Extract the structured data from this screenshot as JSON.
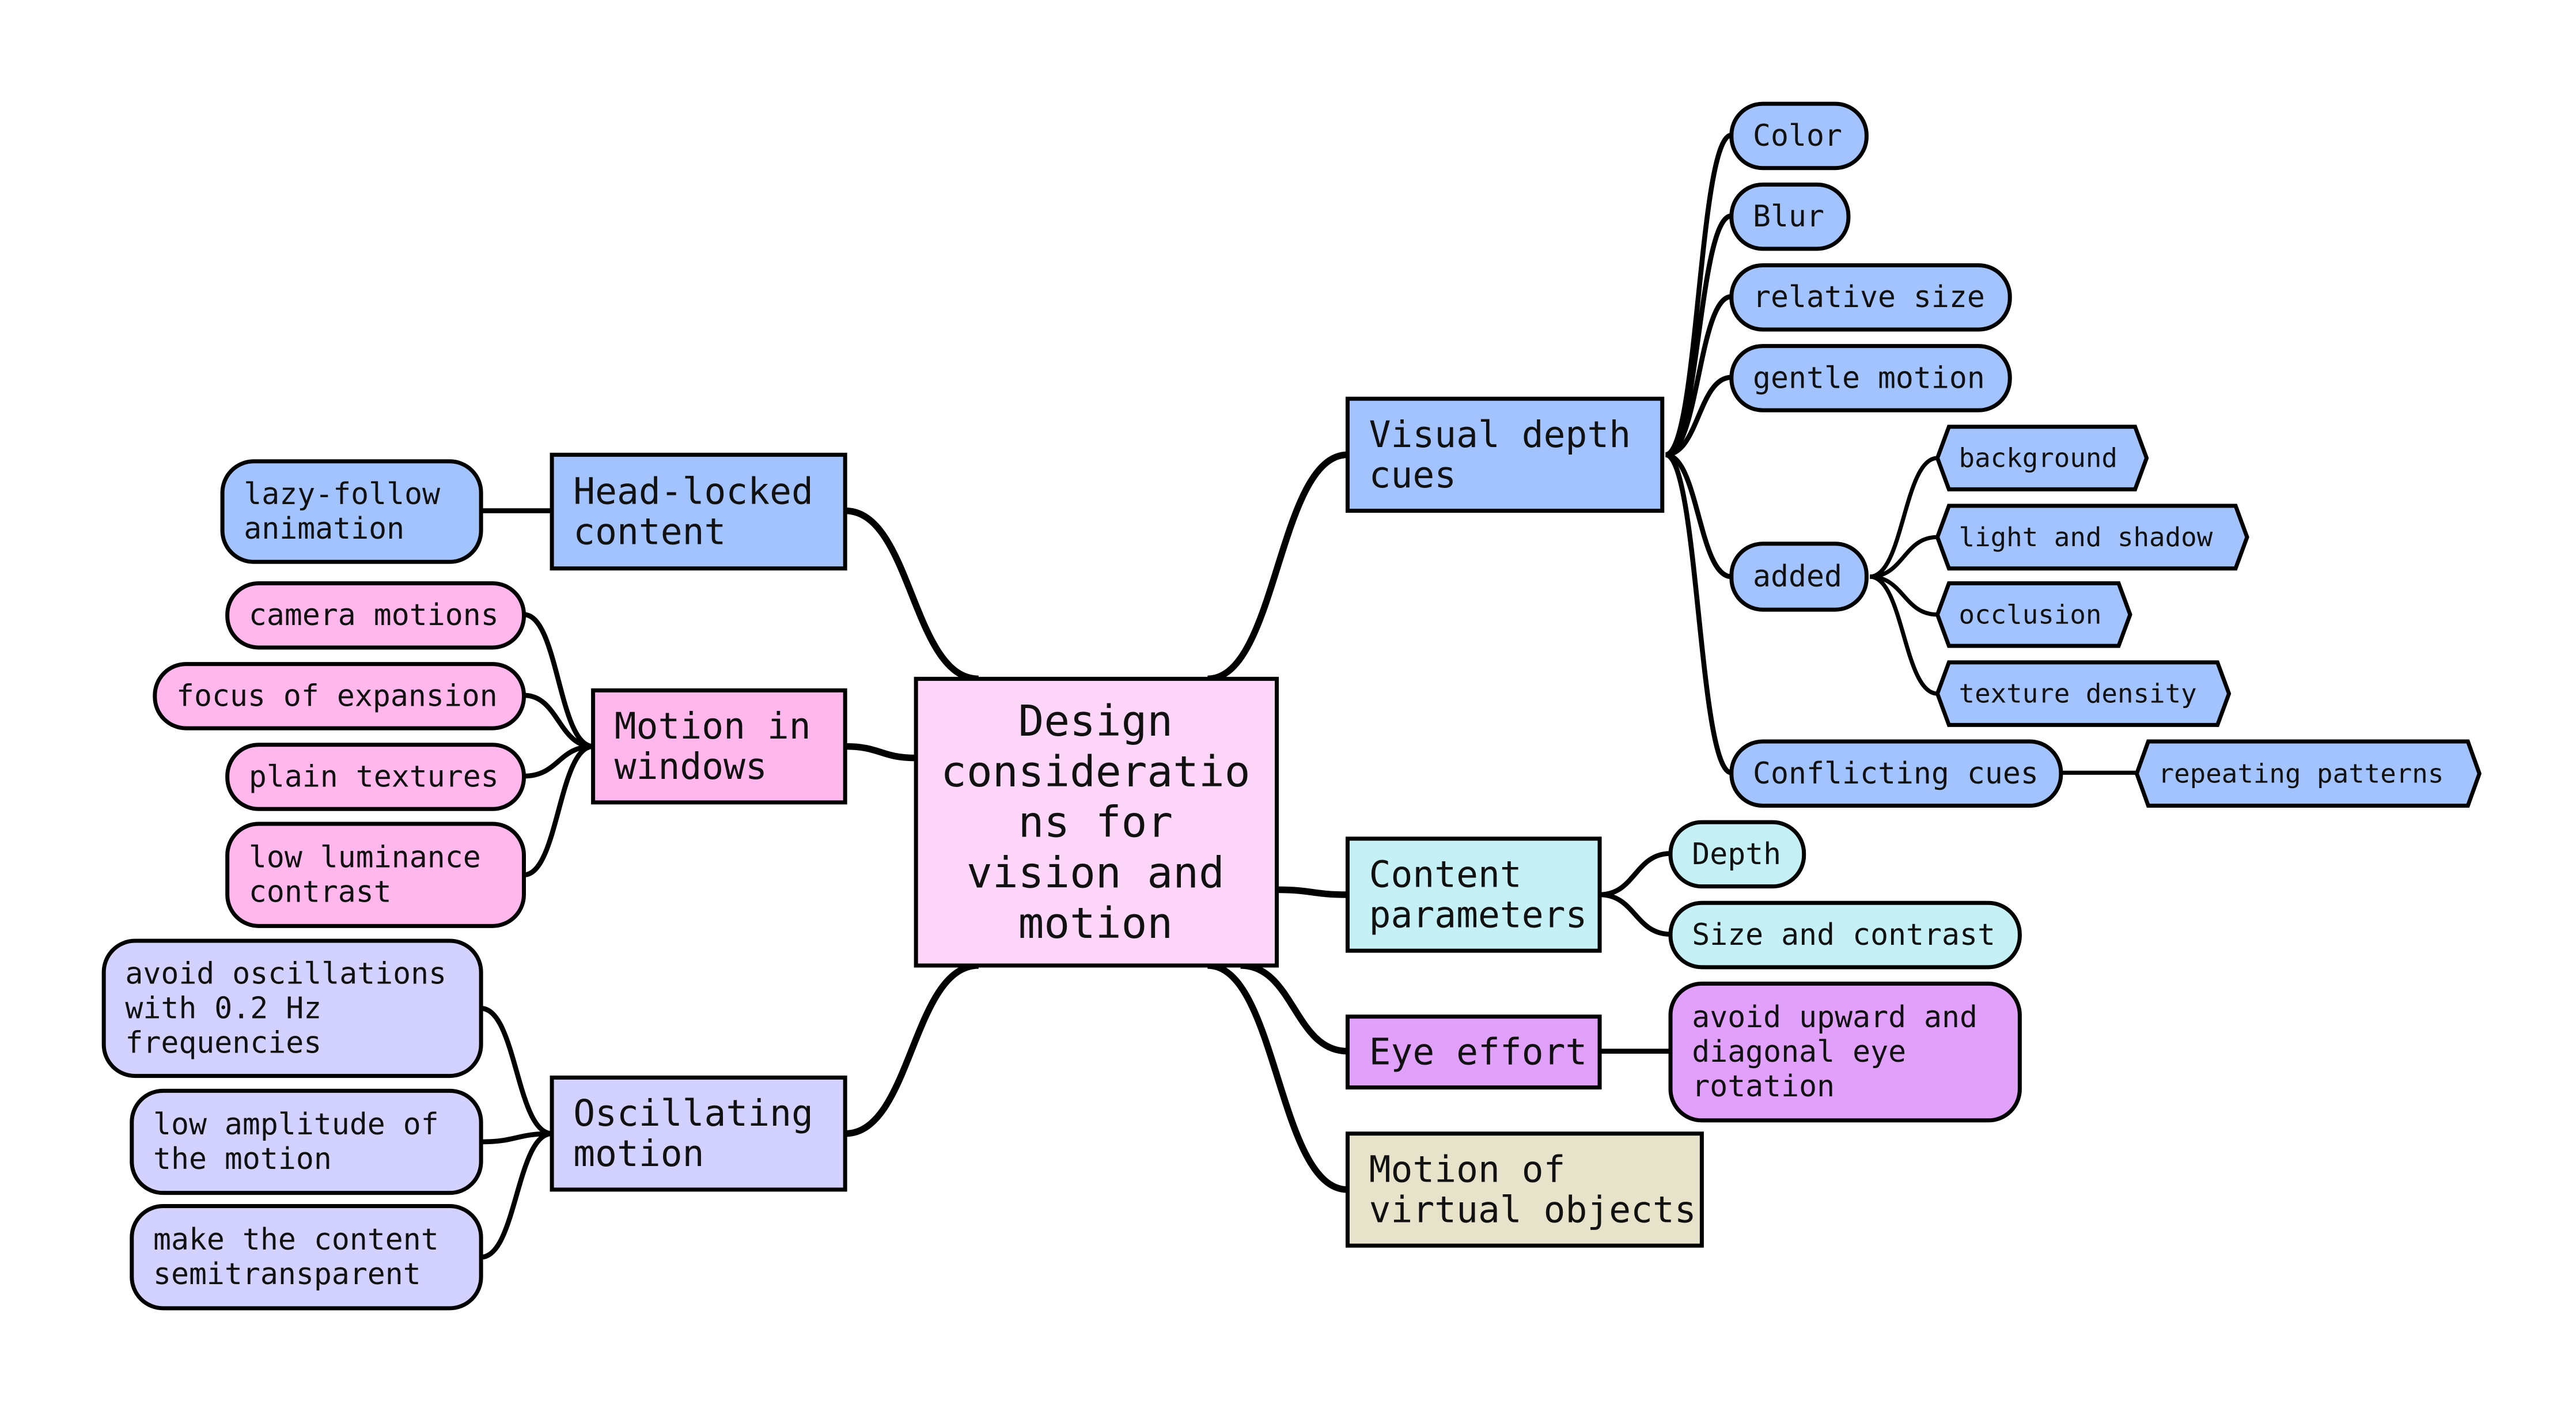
{
  "colors": {
    "center": "#fdd6f9",
    "blue": "#a3c3ff",
    "pink": "#ffb7ec",
    "lavender": "#d3d1ff",
    "cyan": "#c5f1f6",
    "purple": "#e1a1fb",
    "beige": "#e7e3cb",
    "line": "#000000"
  },
  "mindmap": {
    "center": {
      "lines": [
        "Design",
        "consideratio",
        "ns for",
        "vision and",
        "motion"
      ]
    },
    "visual_depth": {
      "lines": [
        "Visual depth",
        "cues"
      ],
      "color": {
        "lines": [
          "Color"
        ]
      },
      "blur": {
        "lines": [
          "Blur"
        ]
      },
      "relative_size": {
        "lines": [
          "relative size"
        ]
      },
      "gentle_motion": {
        "lines": [
          "gentle motion"
        ]
      },
      "added": {
        "lines": [
          "added"
        ],
        "background": {
          "lines": [
            "background"
          ]
        },
        "light_shadow": {
          "lines": [
            "light and shadow"
          ]
        },
        "occlusion": {
          "lines": [
            "occlusion"
          ]
        },
        "texture_density": {
          "lines": [
            "texture density"
          ]
        }
      },
      "conflicting": {
        "lines": [
          "Conflicting cues"
        ],
        "repeating": {
          "lines": [
            "repeating patterns"
          ]
        }
      }
    },
    "content_params": {
      "lines": [
        "Content",
        "parameters"
      ],
      "depth": {
        "lines": [
          "Depth"
        ]
      },
      "size_contrast": {
        "lines": [
          "Size and contrast"
        ]
      }
    },
    "eye_effort": {
      "lines": [
        "Eye effort"
      ],
      "avoid_upward": {
        "lines": [
          "avoid upward and",
          "diagonal eye",
          "rotation"
        ]
      }
    },
    "motion_virtual": {
      "lines": [
        "Motion of",
        "virtual objects"
      ]
    },
    "head_locked": {
      "lines": [
        "Head-locked",
        "content"
      ],
      "lazy_follow": {
        "lines": [
          "lazy-follow",
          "animation"
        ]
      }
    },
    "motion_windows": {
      "lines": [
        "Motion in",
        "windows"
      ],
      "camera": {
        "lines": [
          "camera motions"
        ]
      },
      "focus": {
        "lines": [
          "focus of expansion"
        ]
      },
      "plain": {
        "lines": [
          "plain textures"
        ]
      },
      "low_lum": {
        "lines": [
          "low luminance",
          "contrast"
        ]
      }
    },
    "oscillating": {
      "lines": [
        "Oscillating",
        "motion"
      ],
      "avoid_osc": {
        "lines": [
          "avoid oscillations",
          "with 0.2 Hz",
          "frequencies"
        ]
      },
      "low_amp": {
        "lines": [
          "low amplitude of",
          "the motion"
        ]
      },
      "semitransparent": {
        "lines": [
          "make the content",
          "semitransparent"
        ]
      }
    }
  }
}
